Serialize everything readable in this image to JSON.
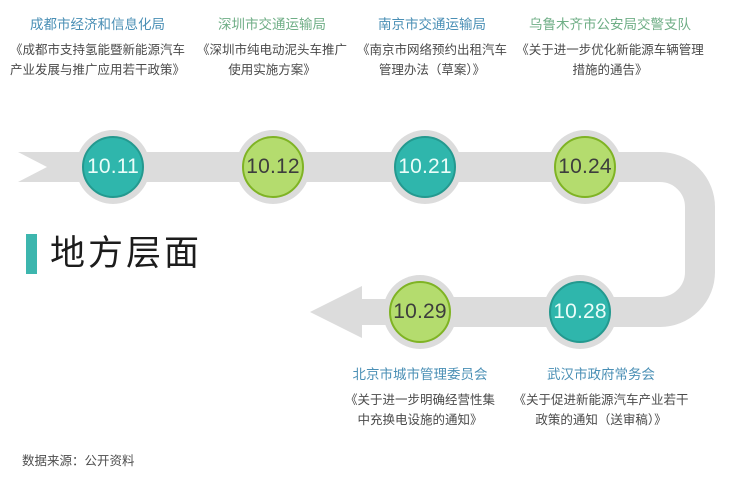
{
  "section": {
    "title": "地方层面",
    "accent_color": "#3db6ae"
  },
  "footer": {
    "source": "数据来源：公开资料"
  },
  "palette": {
    "teal": "#2fb6ac",
    "teal_ring": "#24998f",
    "green": "#b4dc6e",
    "green_ring": "#7fb324",
    "ribbon": "#dcdcdc",
    "org_blue": "#4a8fb5",
    "org_green": "#6fae86",
    "doc_text": "#4a4a4a"
  },
  "timeline": {
    "top_row": [
      {
        "date": "10.11",
        "node_color": "teal",
        "org": "成都市经济和信息化局",
        "org_color": "blue",
        "doc": "《成都市支持氢能暨新能源汽车产业发展与推广应用若干政策》"
      },
      {
        "date": "10.12",
        "node_color": "green",
        "org": "深圳市交通运输局",
        "org_color": "green",
        "doc": "《深圳市纯电动泥头车推广使用实施方案》"
      },
      {
        "date": "10.21",
        "node_color": "teal",
        "org": "南京市交通运输局",
        "org_color": "blue",
        "doc": "《南京市网络预约出租汽车管理办法（草案）》"
      },
      {
        "date": "10.24",
        "node_color": "green",
        "org": "乌鲁木齐市公安局交警支队",
        "org_color": "green",
        "doc": "《关于进一步优化新能源车辆管理措施的通告》"
      }
    ],
    "bottom_row": [
      {
        "date": "10.29",
        "node_color": "green",
        "org": "北京市城市管理委员会",
        "org_color": "blue",
        "doc": "《关于进一步明确经营性集中充换电设施的通知》"
      },
      {
        "date": "10.28",
        "node_color": "teal",
        "org": "武汉市政府常务会",
        "org_color": "blue",
        "doc": "《关于促进新能源汽车产业若干政策的通知（送审稿）》"
      }
    ]
  }
}
